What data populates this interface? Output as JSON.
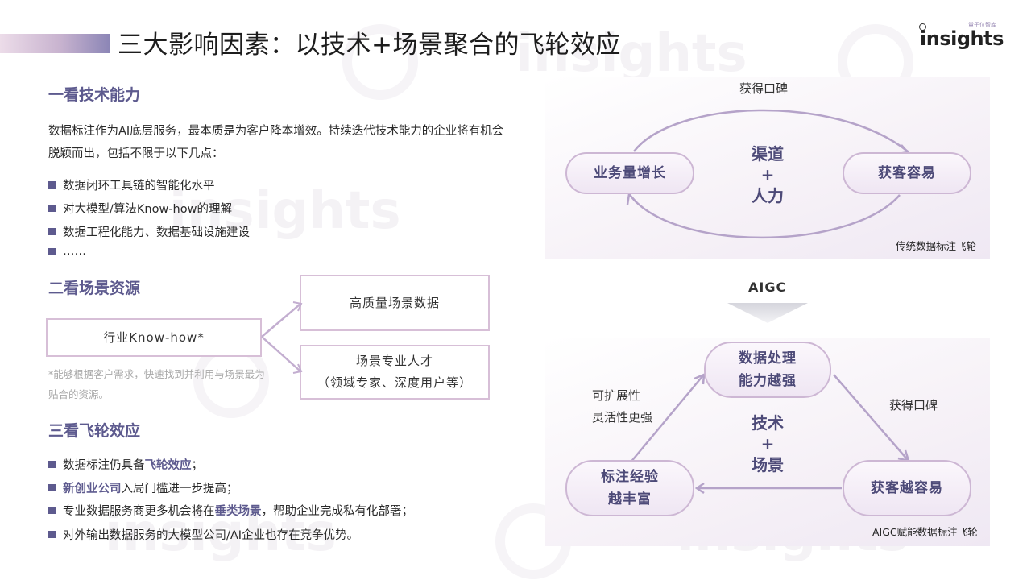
{
  "header": {
    "title": "三大影响因素：以技术+场景聚合的飞轮效应",
    "logo_tag": "量子位智库",
    "logo_text": "insights"
  },
  "watermark": "insights",
  "section1": {
    "heading": "一看技术能力",
    "paragraph": "数据标注作为AI底层服务，最本质是为客户降本增效。持续迭代技术能力的企业将有机会脱颖而出，包括不限于以下几点：",
    "bullets": [
      "数据闭环工具链的智能化水平",
      "对大模型/算法Know-how的理解",
      "数据工程化能力、数据基础设施建设",
      "……"
    ]
  },
  "section2": {
    "heading": "二看场景资源",
    "source_box": "行业Know-how*",
    "target_box_1": "高质量场景数据",
    "target_box_2_line1": "场景专业人才",
    "target_box_2_line2": "（领域专家、深度用户等）",
    "note": "*能够根据客户需求，快速找到并利用与场景最为贴合的资源。"
  },
  "section3": {
    "heading": "三看飞轮效应",
    "bullets": [
      {
        "pre": "数据标注仍具备",
        "hl": "飞轮效应",
        "post": "；"
      },
      {
        "pre": "",
        "hl": "新创业公司",
        "post": "入局门槛进一步提高；"
      },
      {
        "pre": "专业数据服务商更多机会将在",
        "hl": "垂类场景",
        "post": "，帮助企业完成私有化部署；"
      },
      {
        "pre": "对外输出数据服务的大模型公司/AI企业也存在竞争优势。",
        "hl": "",
        "post": ""
      }
    ]
  },
  "flywheel_top": {
    "top_label": "获得口碑",
    "left_node": "业务量增长",
    "right_node": "获客容易",
    "center_line1": "渠道",
    "center_line2": "+",
    "center_line3": "人力",
    "caption": "传统数据标注飞轮"
  },
  "transition": {
    "label": "AIGC"
  },
  "flywheel_bottom": {
    "top_node_line1": "数据处理",
    "top_node_line2": "能力越强",
    "left_node_line1": "标注经验",
    "left_node_line2": "越丰富",
    "right_node": "获客越容易",
    "left_label_line1": "可扩展性",
    "left_label_line2": "灵活性更强",
    "right_label": "获得口碑",
    "center_line1": "技术",
    "center_line2": "+",
    "center_line3": "场景",
    "caption": "AIGC赋能数据标注飞轮"
  },
  "colors": {
    "accent": "#5d5a8e",
    "box_border": "#d7bfd7",
    "arrow": "#b5a3c9",
    "watermark": "#f4f2f5"
  }
}
